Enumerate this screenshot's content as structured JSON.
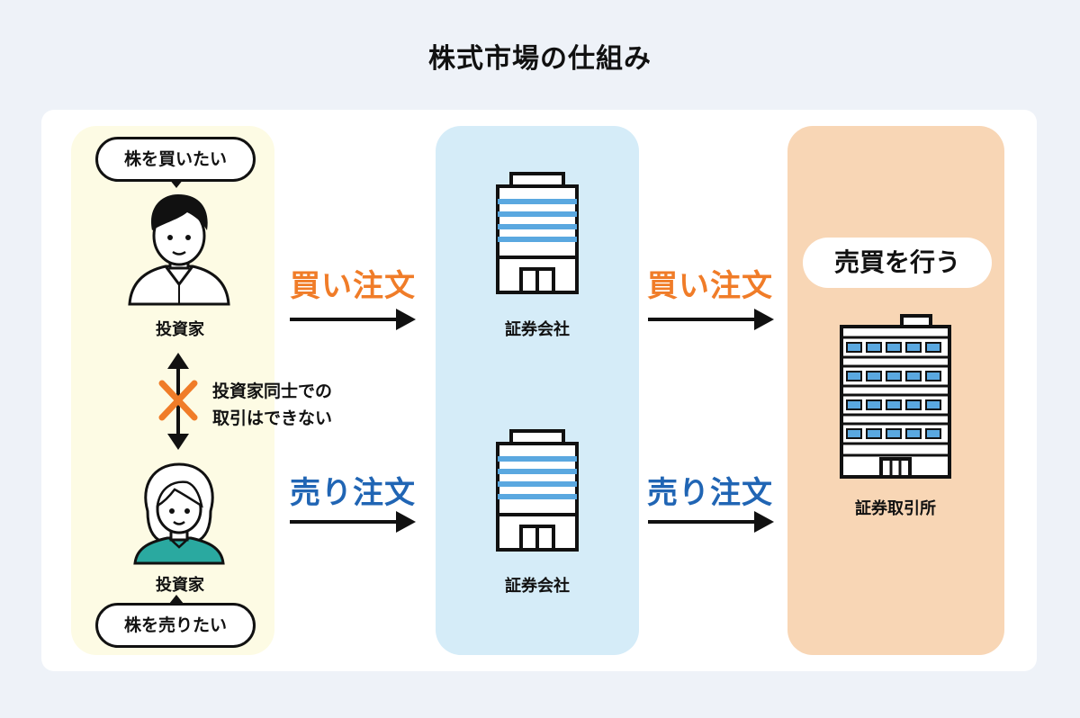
{
  "title": "株式市場の仕組み",
  "investors": {
    "top_bubble": "株を買いたい",
    "top_label": "投資家",
    "bottom_label": "投資家",
    "bottom_bubble": "株を売りたい",
    "note_line1": "投資家同士での",
    "note_line2": "取引はできない"
  },
  "orders": {
    "buy_left": "買い注文",
    "sell_left": "売り注文",
    "buy_right": "買い注文",
    "sell_right": "売り注文"
  },
  "brokers": {
    "top_label": "証券会社",
    "bottom_label": "証券会社"
  },
  "exchange": {
    "action": "売買を行う",
    "label": "証券取引所"
  },
  "colors": {
    "buy": "#f07c28",
    "sell": "#2065b4",
    "investor_bg": "#fdfbe4",
    "broker_bg": "#d5ecf8",
    "exchange_bg": "#f8d6b5",
    "window_blue": "#5aa8e0"
  }
}
